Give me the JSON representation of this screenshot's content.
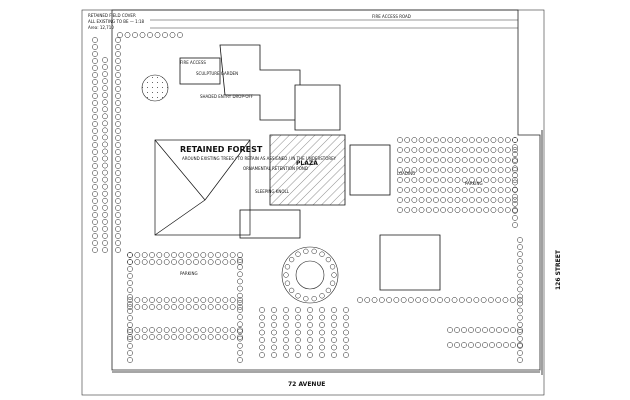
{
  "plan": {
    "title_block": {
      "line1": "RETAINED FIELD COVER",
      "line2": "ALL EXISTING TO BE — 1:18",
      "line3": "Area: 12,710"
    },
    "streets": {
      "south": "72 AVENUE",
      "east": "126 STREET",
      "north": "FIRE ACCESS ROAD"
    },
    "areas": {
      "forest": "RETAINED FOREST",
      "forest_note": "AROUND EXISTING TREES / TO RETAIN AS ASSIGNED / IN THE UNDERSTOREY",
      "plaza": "PLAZA",
      "pond": "ORNAMENTAL RETENTION POND",
      "knoll": "SLEEPING KNOLL",
      "loading": "LOADING",
      "parking": "PARKING",
      "sculpture": "SCULPTURE GARDEN",
      "fire_access": "FIRE ACCESS",
      "dropoff": "SHADED ENTRY DROP-OFF"
    }
  }
}
